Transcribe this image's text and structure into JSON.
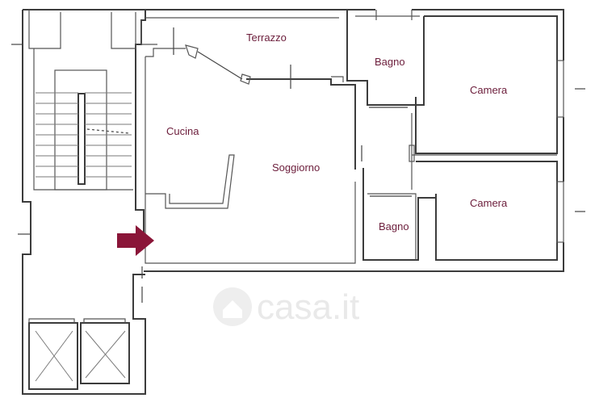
{
  "plan": {
    "rooms": {
      "terrazzo": "Terrazzo",
      "bagno_top": "Bagno",
      "camera_top": "Camera",
      "cucina": "Cucina",
      "soggiorno": "Soggiorno",
      "camera_bottom": "Camera",
      "bagno_bottom": "Bagno"
    },
    "entrance_arrow_color": "#8a1538",
    "label_color": "#6b1c3a",
    "watermark": {
      "text": "casa.it",
      "icon": "house-icon"
    }
  }
}
